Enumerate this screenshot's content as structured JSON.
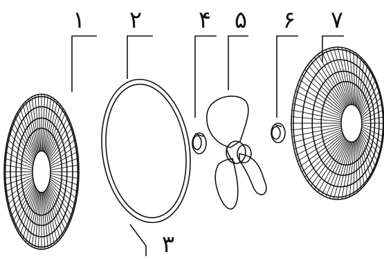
{
  "labels": {
    "grill_front": "۱",
    "ring": "۲",
    "clamp": "۳",
    "spinner": "۴",
    "blade": "۵",
    "cap": "۶",
    "grill_back": "۷"
  },
  "colors": {
    "line": "#111111",
    "background": "#ffffff"
  }
}
